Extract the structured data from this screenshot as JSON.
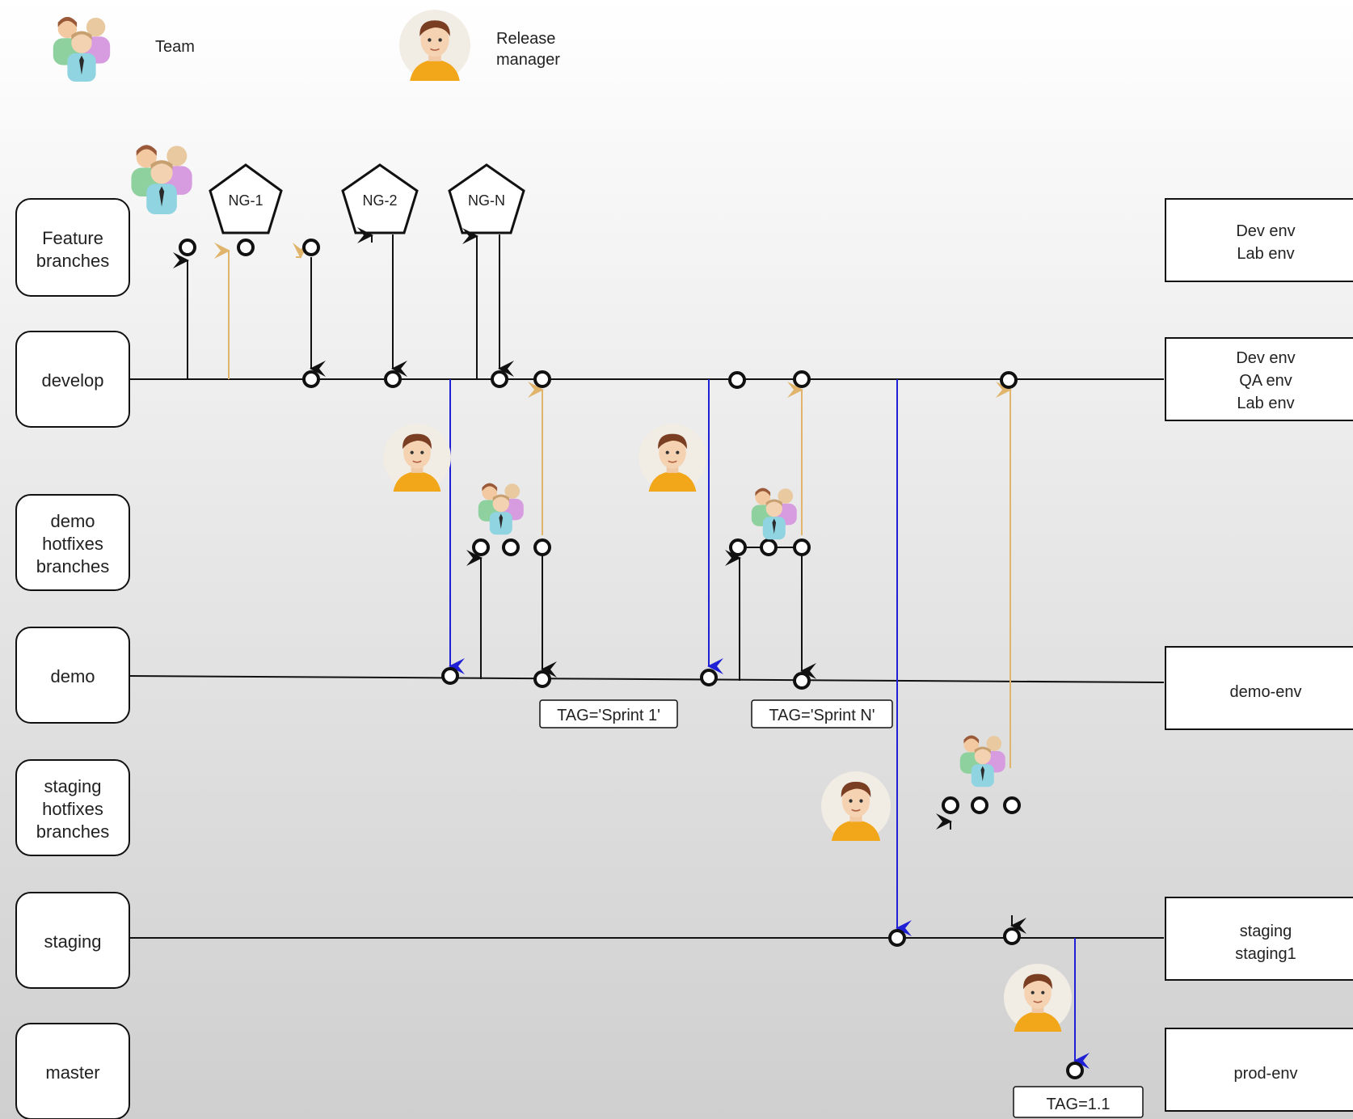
{
  "legend": {
    "team": "Team",
    "release_manager": "Release\nmanager"
  },
  "branches": {
    "feature": "Feature\nbranches",
    "develop": "develop",
    "demo_hotfixes": "demo\nhotfixes\nbranches",
    "demo": "demo",
    "staging_hotfixes": "staging\nhotfixes\nbranches",
    "staging": "staging",
    "master": "master"
  },
  "features": [
    "NG-1",
    "NG-2",
    "NG-N"
  ],
  "environments": {
    "feature": "Dev env\nLab env",
    "develop": "Dev env\nQA env\nLab env",
    "demo": "demo-env",
    "staging": "staging\nstaging1",
    "master": "prod-env"
  },
  "tags": {
    "sprint1": "TAG='Sprint 1'",
    "sprintN": "TAG='Sprint N'",
    "release": "TAG=1.1"
  },
  "colors": {
    "merge_blue": "#1f1fd6",
    "hotfix_gold": "#e0b46a",
    "line_black": "#111111"
  },
  "icons": {
    "team": "team-group-icon",
    "manager": "release-manager-avatar-icon"
  }
}
